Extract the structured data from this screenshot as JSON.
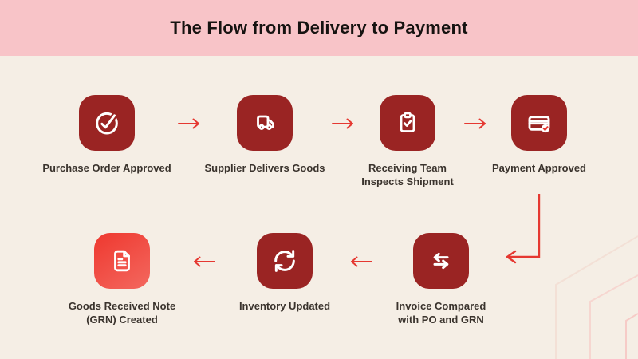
{
  "header": {
    "title": "The Flow from Delivery to Payment"
  },
  "flow": {
    "nodes": [
      {
        "id": "purchase-order-approved",
        "icon": "check-circle-icon",
        "label_1": "Purchase Order Approved",
        "label_2": ""
      },
      {
        "id": "supplier-delivers-goods",
        "icon": "delivery-truck-icon",
        "label_1": "Supplier Delivers Goods",
        "label_2": ""
      },
      {
        "id": "receiving-team-inspects",
        "icon": "clipboard-check-icon",
        "label_1": "Receiving Team",
        "label_2": "Inspects Shipment"
      },
      {
        "id": "payment-approved",
        "icon": "credit-card-check-icon",
        "label_1": "Payment Approved",
        "label_2": ""
      },
      {
        "id": "invoice-compared",
        "icon": "swap-arrows-icon",
        "label_1": "Invoice Compared",
        "label_2": "with PO and GRN"
      },
      {
        "id": "inventory-updated",
        "icon": "sync-icon",
        "label_1": "Inventory Updated",
        "label_2": ""
      },
      {
        "id": "grn-created",
        "icon": "document-icon",
        "label_1": "Goods Received Note",
        "label_2": "(GRN) Created"
      }
    ]
  },
  "colors": {
    "header_bg": "#f8c4c8",
    "canvas_bg": "#f5eee5",
    "tile": "#9a2423",
    "tile_bright_start": "#ee382f",
    "tile_bright_end": "#f3635a",
    "accent": "#e53831",
    "title_color": "#161311",
    "label_color": "#3a332d"
  }
}
